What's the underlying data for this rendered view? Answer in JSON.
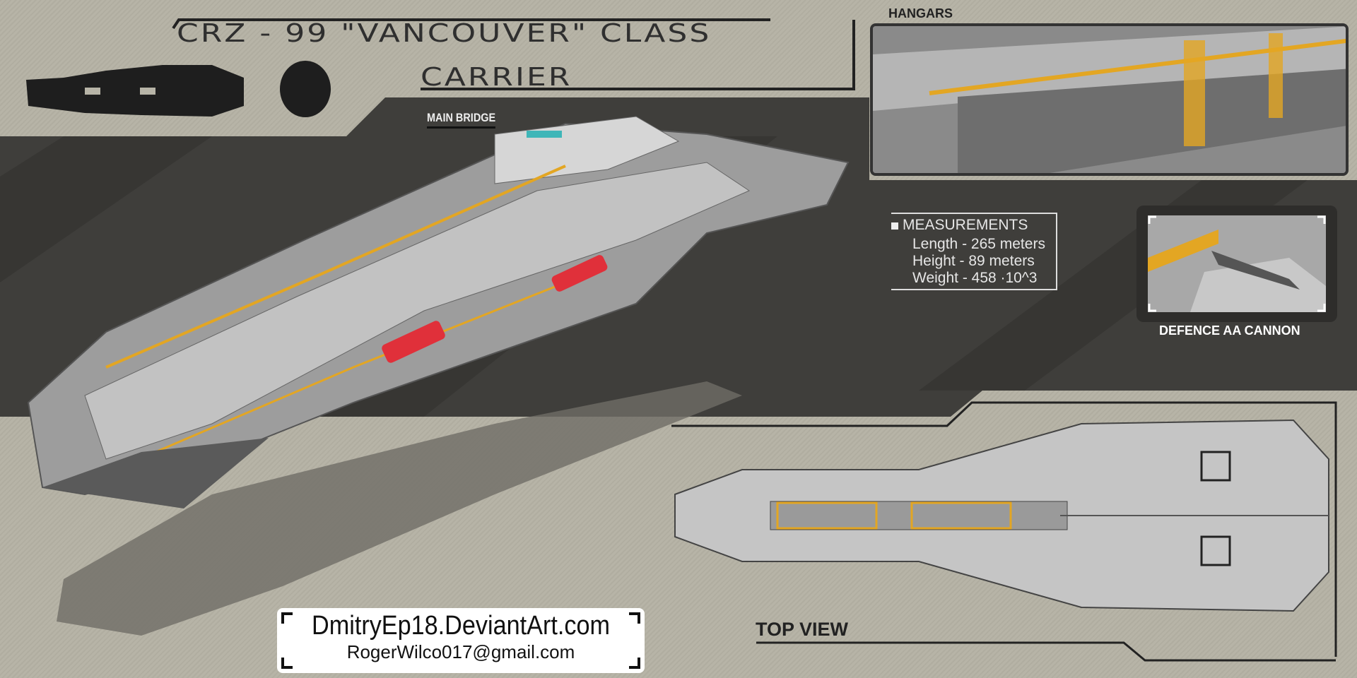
{
  "title": {
    "line1": "CRZ - 99 \"VANCOUVER\" CLASS",
    "line2": "CARRIER"
  },
  "labels": {
    "main_bridge": "MAIN BRIDGE",
    "hangars": "HANGARS",
    "defence": "DEFENCE AA CANNON",
    "top_view": "TOP VIEW"
  },
  "measurements": {
    "heading": "MEASUREMENTS",
    "items": [
      "Length - 265 meters",
      "Height - 89 meters",
      "Weight - 458 ·10^3"
    ]
  },
  "credits": {
    "site": "DmitryEp18.DeviantArt.com",
    "email": "RogerWilco017@gmail.com"
  },
  "colors": {
    "accent": "#e3a623",
    "glow": "#e0303a",
    "hull": "#a9a9a9",
    "dark": "#3c3b38"
  }
}
